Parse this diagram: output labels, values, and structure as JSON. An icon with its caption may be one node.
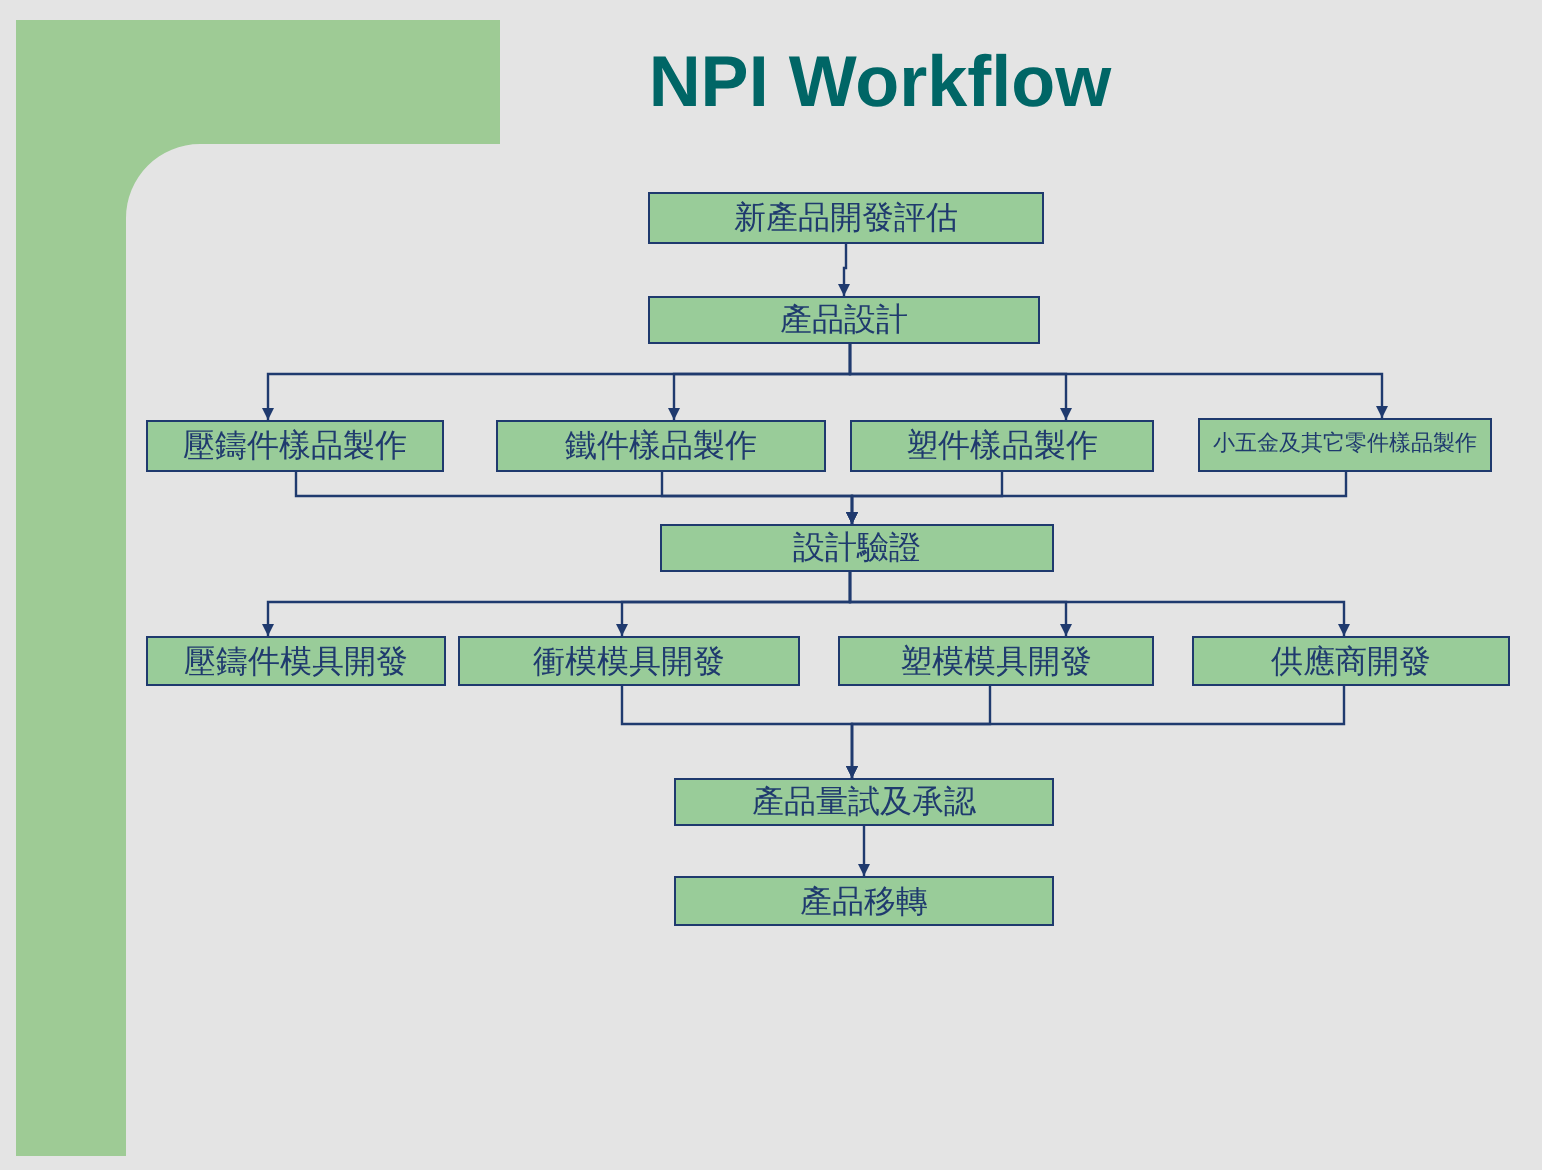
{
  "diagram": {
    "title": "NPI Workflow",
    "nodes": [
      {
        "text": [
          "新產品開發評估"
        ]
      },
      {
        "text": [
          "產品設計"
        ]
      },
      {
        "text": [
          "壓鑄件樣品製作"
        ]
      },
      {
        "text": [
          "鐵件樣品製作"
        ]
      },
      {
        "text": [
          "塑件樣品製作"
        ]
      },
      {
        "text": [
          "小五金及其它零件樣品製作"
        ]
      },
      {
        "text": [
          "設計驗證"
        ]
      },
      {
        "text": [
          "壓鑄件模具開發"
        ]
      },
      {
        "text": [
          "衝模模具開發"
        ]
      },
      {
        "text": [
          "塑模模具開發"
        ]
      },
      {
        "text": [
          "供應商開發"
        ]
      },
      {
        "text": [
          "產品量試及承認"
        ]
      },
      {
        "text": [
          "產品移轉"
        ]
      }
    ],
    "edges": [
      {
        "from": 0,
        "to": 1,
        "arrow": "to"
      },
      {
        "from": 1,
        "to": 2,
        "arrow": "to"
      },
      {
        "from": 1,
        "to": 3,
        "arrow": "to"
      },
      {
        "from": 1,
        "to": 4,
        "arrow": "to"
      },
      {
        "from": 1,
        "to": 5,
        "arrow": "to"
      },
      {
        "from": 2,
        "to": 6,
        "arrow": "to"
      },
      {
        "from": 3,
        "to": 6,
        "arrow": "to"
      },
      {
        "from": 4,
        "to": 6,
        "arrow": "to"
      },
      {
        "from": 5,
        "to": 6,
        "arrow": "to"
      },
      {
        "from": 6,
        "to": 7,
        "arrow": "to"
      },
      {
        "from": 6,
        "to": 8,
        "arrow": "to"
      },
      {
        "from": 6,
        "to": 9,
        "arrow": "to"
      },
      {
        "from": 6,
        "to": 10,
        "arrow": "to"
      },
      {
        "from": 8,
        "to": 11,
        "arrow": "to"
      },
      {
        "from": 9,
        "to": 11,
        "arrow": "to"
      },
      {
        "from": 10,
        "to": 11,
        "arrow": "to"
      },
      {
        "from": 11,
        "to": 12,
        "arrow": "to"
      }
    ]
  }
}
